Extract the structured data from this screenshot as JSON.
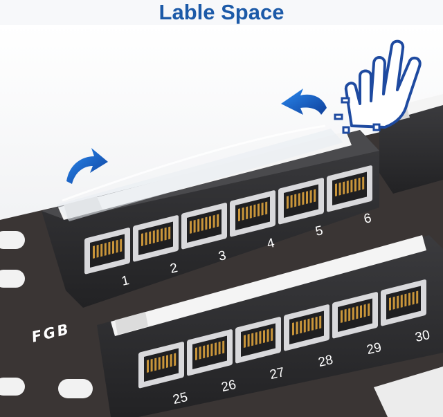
{
  "heading": "Lable Space",
  "brand": "FGB",
  "top_row_ports": [
    "1",
    "2",
    "3",
    "4",
    "5",
    "6"
  ],
  "bottom_row_ports": [
    "25",
    "26",
    "27",
    "28",
    "29",
    "30"
  ],
  "colors": {
    "title": "#1c5aa8",
    "arrow": "#1e63c8",
    "panel": "#2b2b2d",
    "rack": "#3a3534",
    "jack_pin": "#c9953a"
  },
  "icons": [
    "hand-pointer-icon",
    "curved-arrow-icon"
  ]
}
